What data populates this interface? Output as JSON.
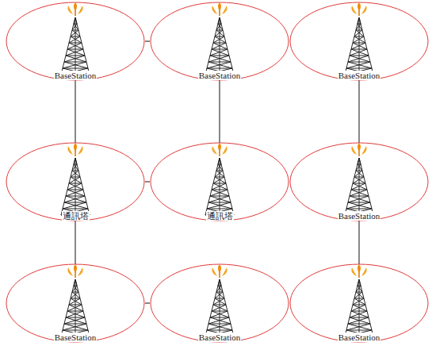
{
  "diagram": {
    "nodes": [
      {
        "text": [
          "BaseStation"
        ]
      },
      {
        "text": [
          "BaseStation"
        ]
      },
      {
        "text": [
          "BaseStation"
        ]
      },
      {
        "text": [
          "通訊塔"
        ]
      },
      {
        "text": [
          "通訊塔"
        ]
      },
      {
        "text": [
          "BaseStation"
        ]
      },
      {
        "text": [
          "BaseStation"
        ]
      },
      {
        "text": [
          "BaseStation"
        ]
      },
      {
        "text": [
          "BaseStation"
        ]
      }
    ],
    "edges": [
      {
        "from": 0,
        "to": 1,
        "arrow": "none"
      },
      {
        "from": 1,
        "to": 2,
        "arrow": "none"
      },
      {
        "from": 3,
        "to": 4,
        "arrow": "none"
      },
      {
        "from": 4,
        "to": 5,
        "arrow": "none"
      },
      {
        "from": 6,
        "to": 7,
        "arrow": "none"
      },
      {
        "from": 7,
        "to": 8,
        "arrow": "none"
      },
      {
        "from": 0,
        "to": 3,
        "arrow": "none"
      },
      {
        "from": 3,
        "to": 6,
        "arrow": "none"
      },
      {
        "from": 1,
        "to": 4,
        "arrow": "none"
      },
      {
        "from": 2,
        "to": 5,
        "arrow": "none"
      },
      {
        "from": 5,
        "to": 8,
        "arrow": "none"
      }
    ]
  }
}
